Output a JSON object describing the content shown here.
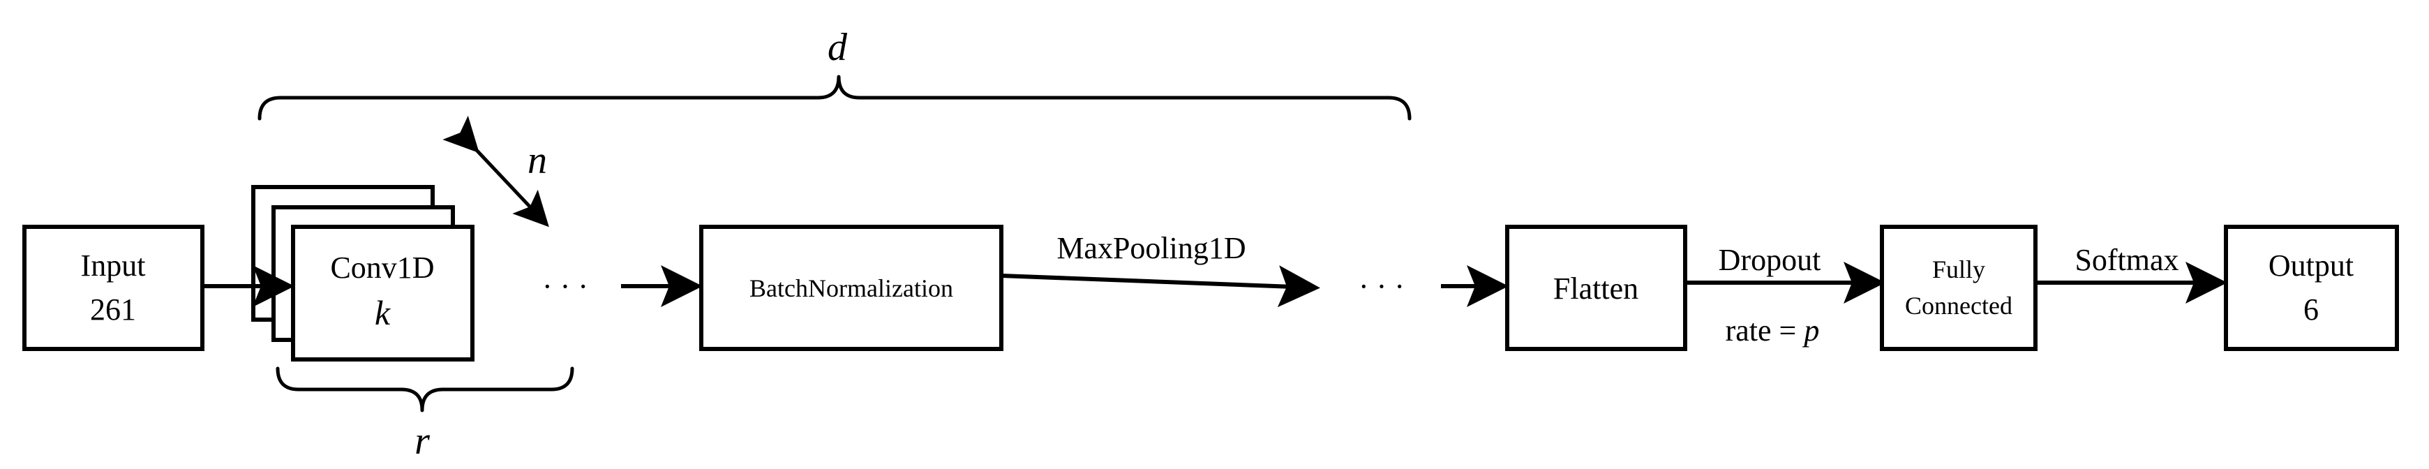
{
  "nodes": {
    "input": {
      "line1": "Input",
      "line2": "261"
    },
    "conv": {
      "line1": "Conv1D",
      "line2": "k"
    },
    "batchnorm": {
      "line1": "BatchNormalization"
    },
    "flatten": {
      "line1": "Flatten"
    },
    "fc": {
      "line1": "Fully",
      "line2": "Connected"
    },
    "output": {
      "line1": "Output",
      "line2": "6"
    }
  },
  "edges": {
    "maxpool": "MaxPooling1D",
    "dropout": "Dropout",
    "dropout_rate_prefix": "rate = ",
    "dropout_rate_var": "p",
    "softmax": "Softmax"
  },
  "params": {
    "depth": "d",
    "filters": "n",
    "repeat": "r"
  },
  "ellipsis": "· · ·"
}
